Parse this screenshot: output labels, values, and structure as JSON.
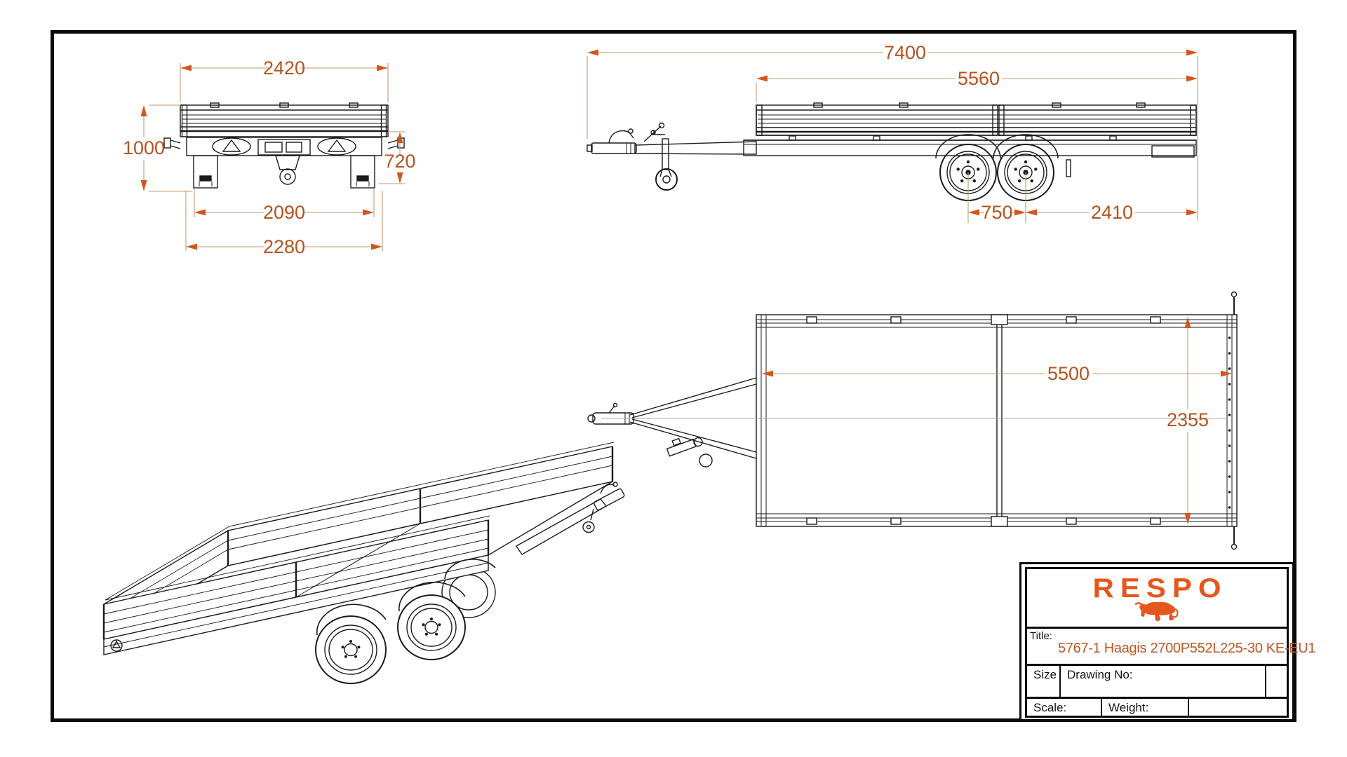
{
  "sheet": {
    "background": "#ffffff",
    "frame_color": "#0a0a0a"
  },
  "colors": {
    "dimension_text": "#b5531f",
    "dimension_line": "#c49a6e",
    "dimension_arrow": "#d2571e",
    "drawing_line": "#1b1b1b",
    "brand_orange": "#e6571d"
  },
  "views": {
    "front": {
      "dims": {
        "top_width": "2420",
        "left_height": "1000",
        "right_height": "720",
        "support_track": "2090",
        "overall_width": "2280"
      }
    },
    "side": {
      "dims": {
        "overall_length": "7400",
        "bed_length": "5560",
        "axle_spacing": "750",
        "axle_to_rear": "2410"
      }
    },
    "plan": {
      "dims": {
        "inner_length": "5500",
        "inner_width": "2355"
      }
    }
  },
  "title_block": {
    "brand": "RESPO",
    "title_label": "Title:",
    "title_value": "5767-1 Haagis 2700P552L225-30 KE-EU1",
    "size_label": "Size",
    "drawing_no_label": "Drawing No:",
    "scale_label": "Scale:",
    "weight_label": "Weight:"
  }
}
